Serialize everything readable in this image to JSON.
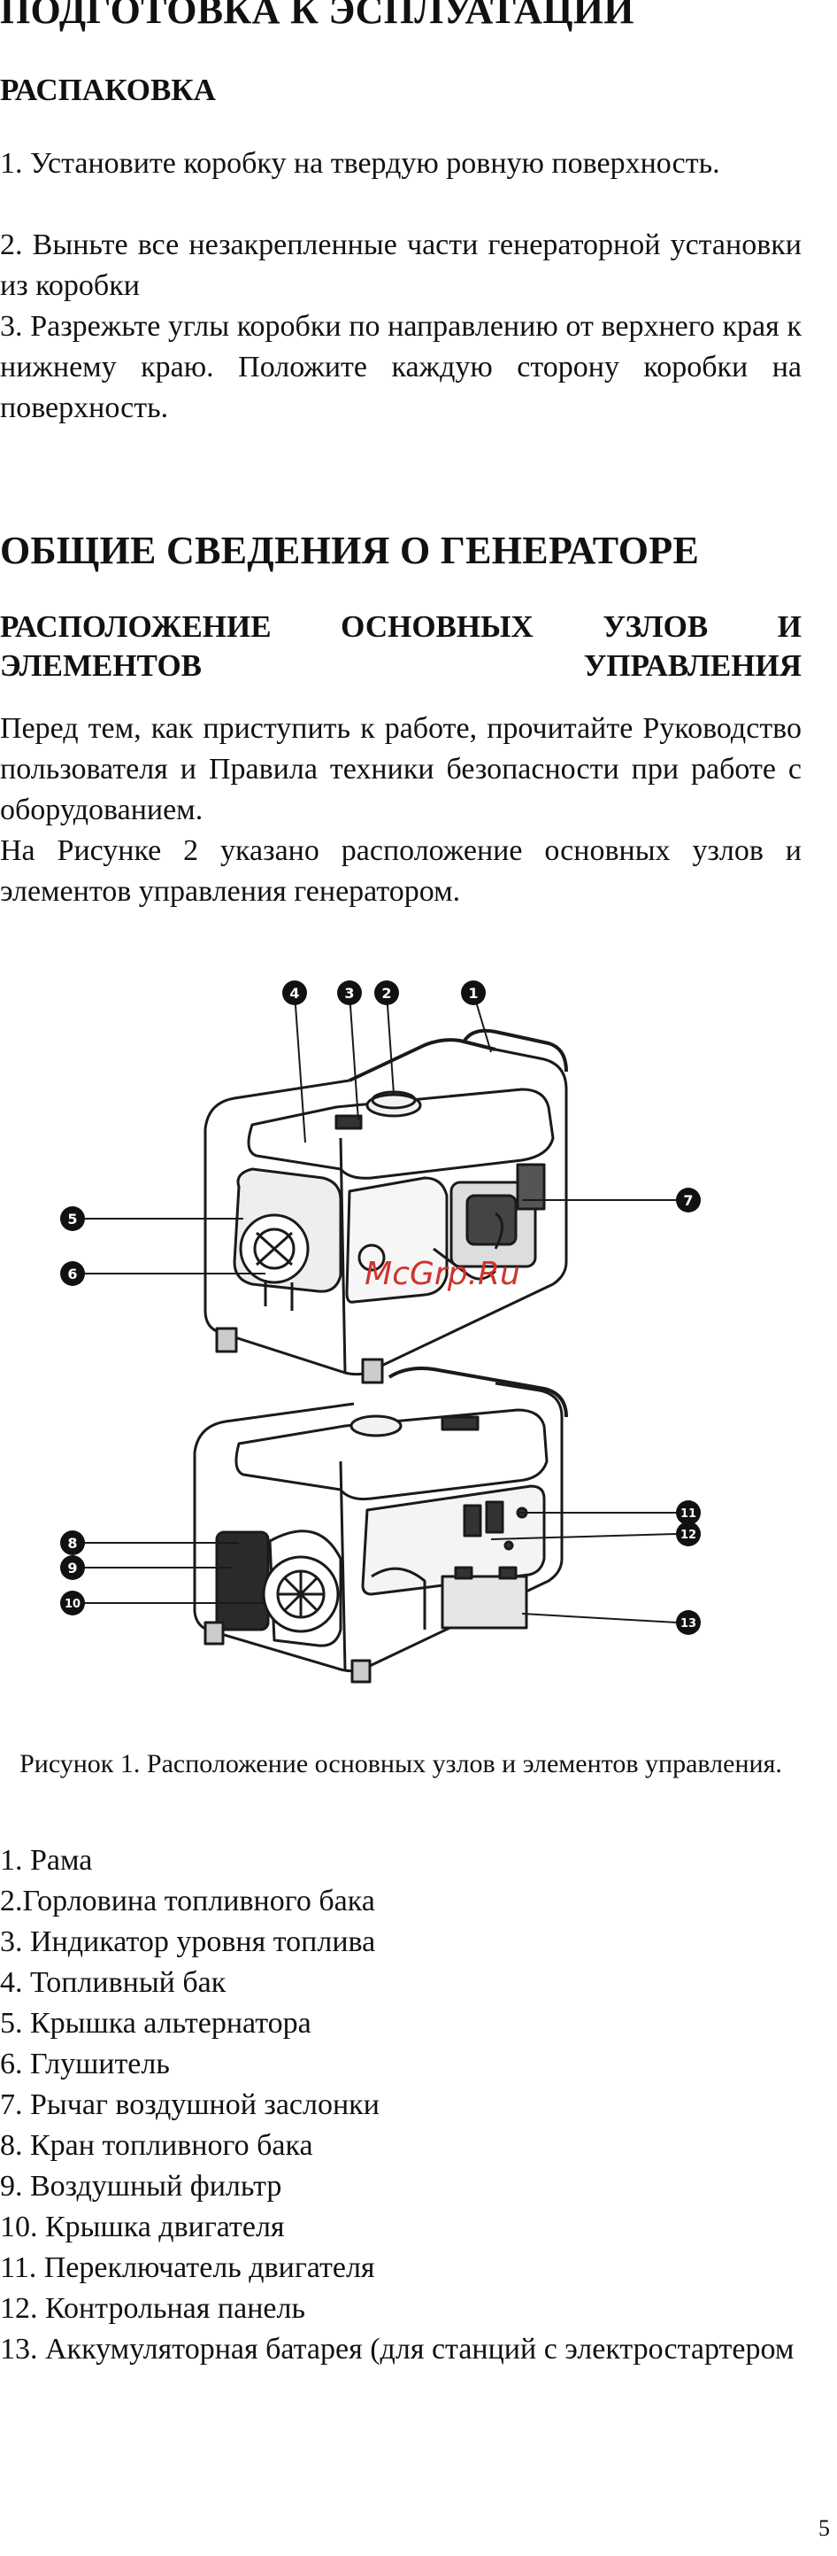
{
  "section1": {
    "title": "ПОДГОТОВКА К ЭСПЛУАТАЦИИ",
    "subtitle": "РАСПАКОВКА",
    "steps": [
      "1. Установите коробку на твердую ровную поверхность.",
      "2. Выньте все незакрепленные части генераторной установки из коробки",
      "3. Разрежьте углы коробки по направлению от верхнего края к нижнему краю. Положите каждую сторону коробки на поверхность."
    ]
  },
  "section2": {
    "title": "ОБЩИЕ СВЕДЕНИЯ О ГЕНЕРАТОРЕ",
    "subtitle": "РАСПОЛОЖЕНИЕ ОСНОВНЫХ УЗЛОВ И ЭЛЕМЕНТОВ УПРАВЛЕНИЯ",
    "paragraphs": [
      "Перед тем, как приступить к работе, прочитайте Руководство пользователя и Правила техники безопасности при работе с оборудованием.",
      "На Рисунке 2 указано расположение основных узлов и элементов управления генератором."
    ]
  },
  "figure": {
    "callouts": [
      "1",
      "2",
      "3",
      "4",
      "5",
      "6",
      "7",
      "8",
      "9",
      "10",
      "11",
      "12",
      "13"
    ],
    "watermark": "McGrp.Ru",
    "caption": "Рисунок 1. Расположение основных узлов и элементов управления."
  },
  "parts": [
    "1. Рама",
    "2.Горловина топливного бака",
    "3. Индикатор уровня топлива",
    "4. Топливный бак",
    "5. Крышка альтернатора",
    "6. Глушитель",
    "7. Рычаг воздушной заслонки",
    "8. Кран топливного бака",
    "9. Воздушный фильтр",
    "10. Крышка двигателя",
    "11. Переключатель двигателя",
    "12. Контрольная панель",
    "13. Аккумуляторная батарея (для станций с электростартером"
  ],
  "page_number": "5"
}
